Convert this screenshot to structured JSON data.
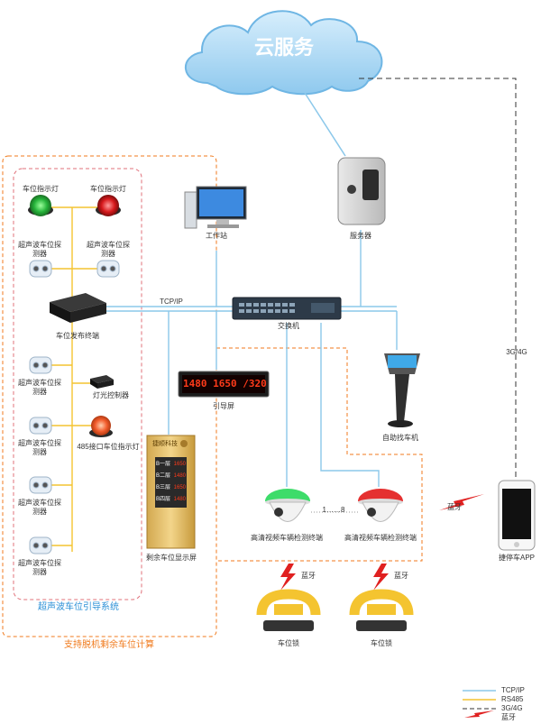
{
  "cloud": {
    "label": "云服务"
  },
  "devices": {
    "server": "服务器",
    "workstation": "工作站",
    "switch": "交换机",
    "terminal": "车位发布终端",
    "guide_screen": "引导屏",
    "guide_screen_text": "1480 1650 /320",
    "kiosk": "自助找车机",
    "light_controller": "灯光控制器",
    "indicator_485": "485接口车位指示灯",
    "remaining_display": "剩余车位显示屏",
    "display_brand": "捷顺科技",
    "display_rows": [
      {
        "floor": "B一层",
        "value": "1650"
      },
      {
        "floor": "B二层",
        "value": "1480"
      },
      {
        "floor": "B三层",
        "value": "1650"
      },
      {
        "floor": "B四层",
        "value": "1480"
      }
    ],
    "camera_green": "高清视频车辆检测终端",
    "camera_red": "高清视频车辆检测终端",
    "camera_range": "1……8",
    "phone": "捷停车APP",
    "lock_left": "车位锁",
    "lock_right": "车位锁"
  },
  "sensors": {
    "indicator_green": "车位指示灯",
    "indicator_red": "车位指示灯",
    "ultrasonic": "超声波车位探测器"
  },
  "links": {
    "tcpip": "TCP/IP",
    "threeg": "3G/4G",
    "bluetooth": "蓝牙"
  },
  "systems": {
    "ultrasonic_system": "超声波车位引导系统",
    "offline_calc": "支持脱机剩余车位计算"
  },
  "legend": [
    {
      "label": "TCP/IP",
      "color": "#8cc8ea",
      "style": "solid"
    },
    {
      "label": "RS485",
      "color": "#f4c430",
      "style": "solid"
    },
    {
      "label": "3G/4G",
      "color": "#333333",
      "style": "dashed"
    },
    {
      "label": "蓝牙",
      "color": "#e02020",
      "style": "bolt"
    }
  ],
  "colors": {
    "tcpip": "#8cc8ea",
    "rs485": "#f4c430",
    "system_border": "#f07a1c",
    "cloud": "#9fd3f2"
  }
}
